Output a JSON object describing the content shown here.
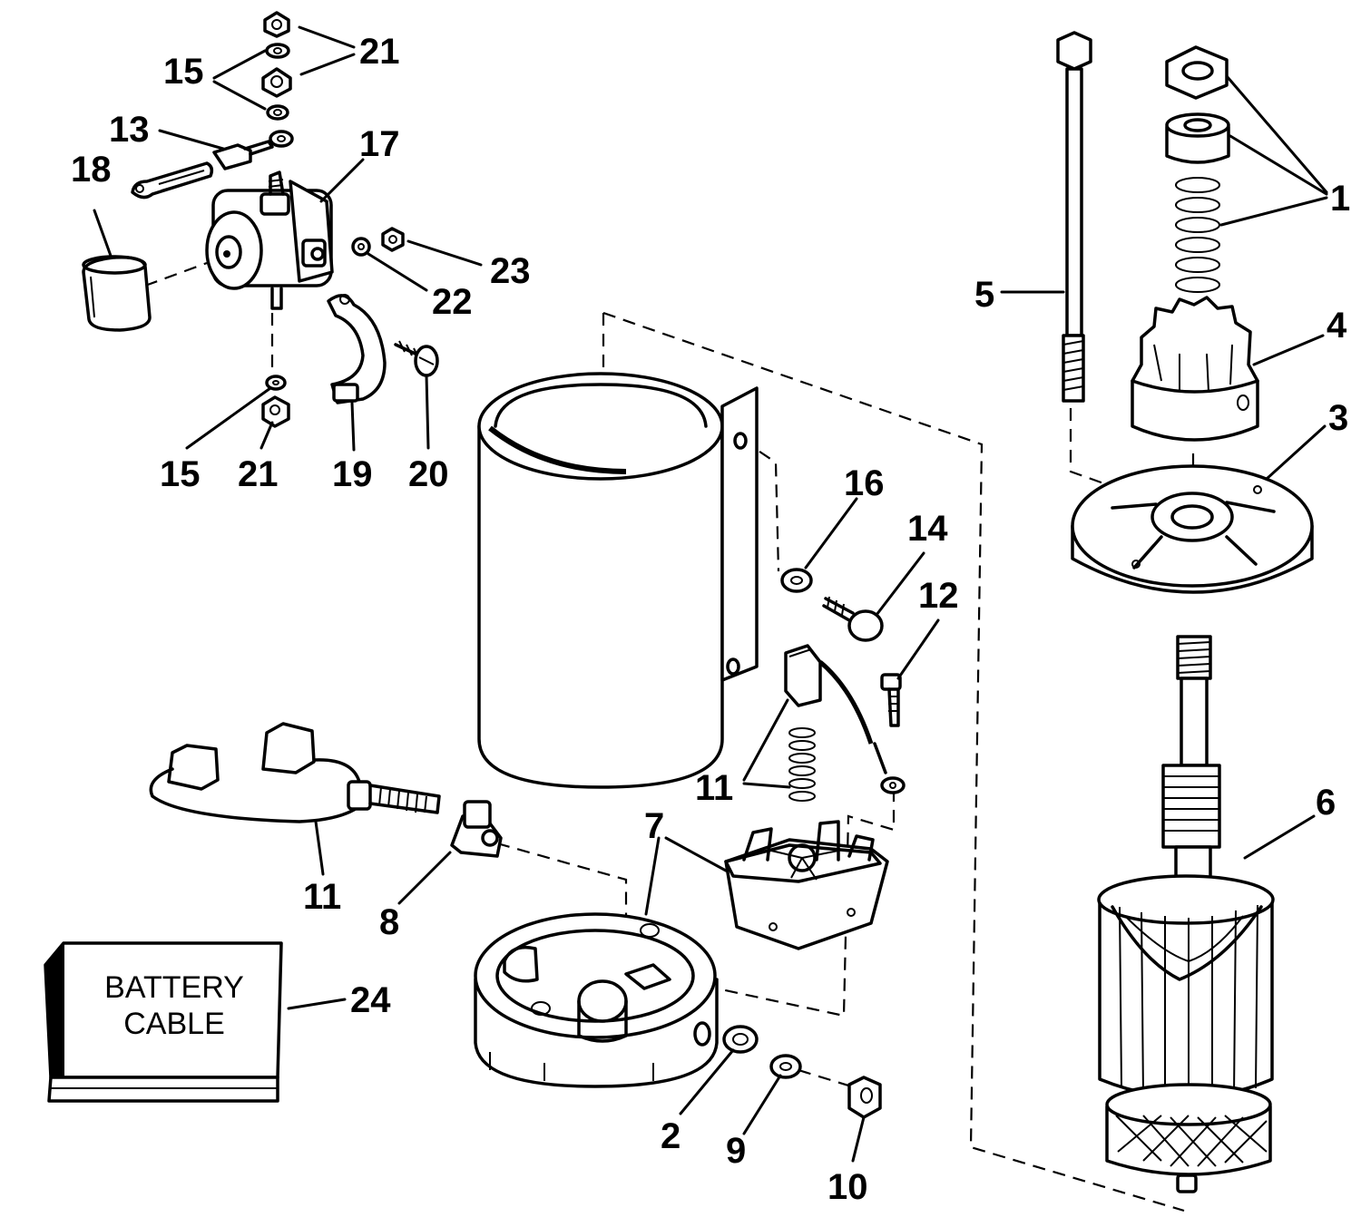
{
  "callouts": {
    "c1": "1",
    "c2": "2",
    "c3": "3",
    "c4": "4",
    "c5": "5",
    "c6": "6",
    "c7": "7",
    "c8": "8",
    "c9": "9",
    "c10": "10",
    "c11a": "11",
    "c11b": "11",
    "c12": "12",
    "c13": "13",
    "c14": "14",
    "c15a": "15",
    "c15b": "15",
    "c16": "16",
    "c17": "17",
    "c18": "18",
    "c19": "19",
    "c20": "20",
    "c21a": "21",
    "c21b": "21",
    "c22": "22",
    "c23": "23",
    "c24": "24"
  },
  "battery_box": {
    "line1": "BATTERY",
    "line2": "CABLE"
  },
  "colors": {
    "ink": "#000000",
    "paper": "#ffffff"
  }
}
